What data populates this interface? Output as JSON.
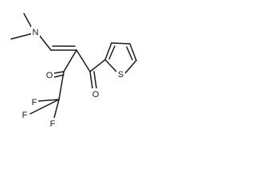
{
  "molecule": {
    "atoms": {
      "nitrogen": "N",
      "sulfur": "S",
      "oxygen_left": "O",
      "oxygen_right": "O",
      "fluorine_top": "F",
      "fluorine_left": "F",
      "fluorine_bottom": "F"
    }
  }
}
